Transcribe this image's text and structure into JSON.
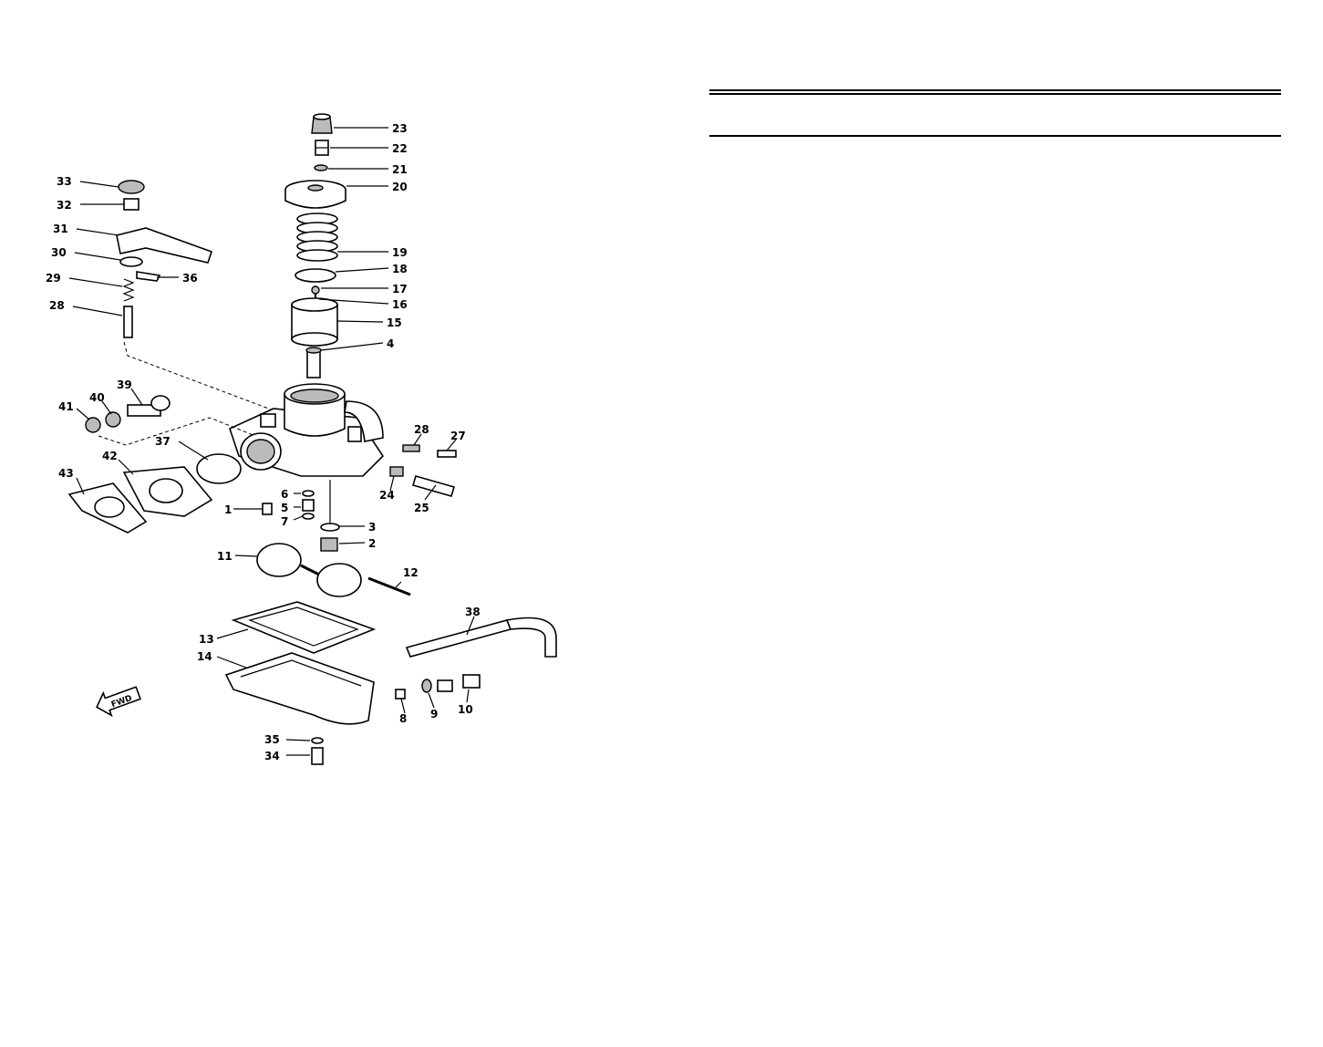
{
  "callouts": [
    {
      "id": "c23",
      "text": "23"
    },
    {
      "id": "c22",
      "text": "22"
    },
    {
      "id": "c21",
      "text": "21"
    },
    {
      "id": "c20",
      "text": "20"
    },
    {
      "id": "c19",
      "text": "19"
    },
    {
      "id": "c18",
      "text": "18"
    },
    {
      "id": "c17",
      "text": "17"
    },
    {
      "id": "c16",
      "text": "16"
    },
    {
      "id": "c15",
      "text": "15"
    },
    {
      "id": "c4",
      "text": "4"
    },
    {
      "id": "c33",
      "text": "33"
    },
    {
      "id": "c32",
      "text": "32"
    },
    {
      "id": "c31",
      "text": "31"
    },
    {
      "id": "c30",
      "text": "30"
    },
    {
      "id": "c36",
      "text": "36"
    },
    {
      "id": "c29",
      "text": "29"
    },
    {
      "id": "c28a",
      "text": "28"
    },
    {
      "id": "c39",
      "text": "39"
    },
    {
      "id": "c40",
      "text": "40"
    },
    {
      "id": "c41",
      "text": "41"
    },
    {
      "id": "c37",
      "text": "37"
    },
    {
      "id": "c42",
      "text": "42"
    },
    {
      "id": "c43",
      "text": "43"
    },
    {
      "id": "c28b",
      "text": "28"
    },
    {
      "id": "c27",
      "text": "27"
    },
    {
      "id": "c24",
      "text": "24"
    },
    {
      "id": "c25",
      "text": "25"
    },
    {
      "id": "c6",
      "text": "6"
    },
    {
      "id": "c5",
      "text": "5"
    },
    {
      "id": "c7",
      "text": "7"
    },
    {
      "id": "c1",
      "text": "1"
    },
    {
      "id": "c3",
      "text": "3"
    },
    {
      "id": "c2",
      "text": "2"
    },
    {
      "id": "c11",
      "text": "11"
    },
    {
      "id": "c12",
      "text": "12"
    },
    {
      "id": "c38",
      "text": "38"
    },
    {
      "id": "c13",
      "text": "13"
    },
    {
      "id": "c14",
      "text": "14"
    },
    {
      "id": "c8",
      "text": "8"
    },
    {
      "id": "c9",
      "text": "9"
    },
    {
      "id": "c10",
      "text": "10"
    },
    {
      "id": "c35",
      "text": "35"
    },
    {
      "id": "c34",
      "text": "34"
    }
  ],
  "front_arrow_text": "FWD"
}
